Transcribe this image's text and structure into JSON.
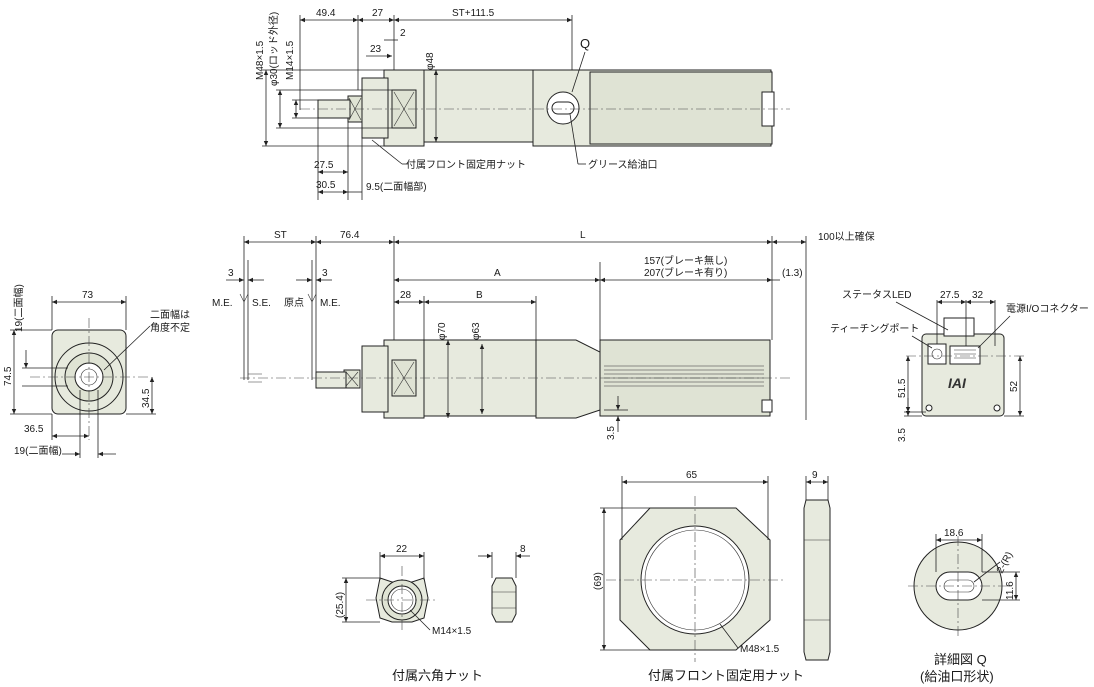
{
  "top_view": {
    "dim_49_4": "49.4",
    "dim_27": "27",
    "dim_st_111_5": "ST+111.5",
    "dim_2": "2",
    "dim_23": "23",
    "dim_m48": "M48×1.5",
    "dim_phi30": "φ30(ロッド外径)",
    "dim_m14": "M14×1.5",
    "dim_phi48": "φ48",
    "label_q": "Q",
    "dim_27_5": "27.5",
    "dim_30_5": "30.5",
    "dim_9_5": "9.5(二面幅部)",
    "callout_front_nut": "付属フロント固定用ナット",
    "callout_grease": "グリース給油口"
  },
  "side_view": {
    "dim_st": "ST",
    "dim_76_4": "76.4",
    "dim_l": "L",
    "dim_100": "100以上確保",
    "dim_3a": "3",
    "dim_3b": "3",
    "dim_a": "A",
    "dim_157": "157(ブレーキ無し)",
    "dim_207": "207(ブレーキ有り)",
    "dim_1_3": "(1.3)",
    "lbl_me1": "M.E.",
    "lbl_se": "S.E.",
    "lbl_origin": "原点",
    "lbl_me2": "M.E.",
    "dim_28": "28",
    "dim_b": "B",
    "dim_phi70": "φ70",
    "dim_phi63": "φ63",
    "dim_3_5": "3.5"
  },
  "front_view": {
    "dim_73": "73",
    "dim_19_top": "19(二面幅)",
    "callout_l1": "二面幅は",
    "callout_l2": "角度不定",
    "dim_74_5": "74.5",
    "dim_34_5": "34.5",
    "dim_36_5": "36.5",
    "dim_19_bottom": "19(二面幅)"
  },
  "rear_view": {
    "lbl_status_led": "ステータスLED",
    "dim_27_5": "27.5",
    "dim_32": "32",
    "lbl_power_io": "電源I/Oコネクター",
    "lbl_teaching": "ティーチングポート",
    "logo": "IAI",
    "dim_51_5": "51.5",
    "dim_52": "52",
    "dim_3_5": "3.5"
  },
  "hex_nut": {
    "dim_22": "22",
    "dim_8": "8",
    "dim_25_4": "(25.4)",
    "callout": "M14×1.5",
    "caption": "付属六角ナット"
  },
  "front_nut": {
    "dim_65": "65",
    "dim_9": "9",
    "dim_69": "(69)",
    "callout": "M48×1.5",
    "caption": "付属フロント固定用ナット"
  },
  "detail_q": {
    "dim_18_6": "18.6",
    "dim_2r": "2-(R)",
    "dim_11_6": "11.6",
    "caption_1": "詳細図 Q",
    "caption_2": "(給油口形状)"
  },
  "colors": {
    "body_fill": "#e7eade",
    "line": "#222222"
  }
}
